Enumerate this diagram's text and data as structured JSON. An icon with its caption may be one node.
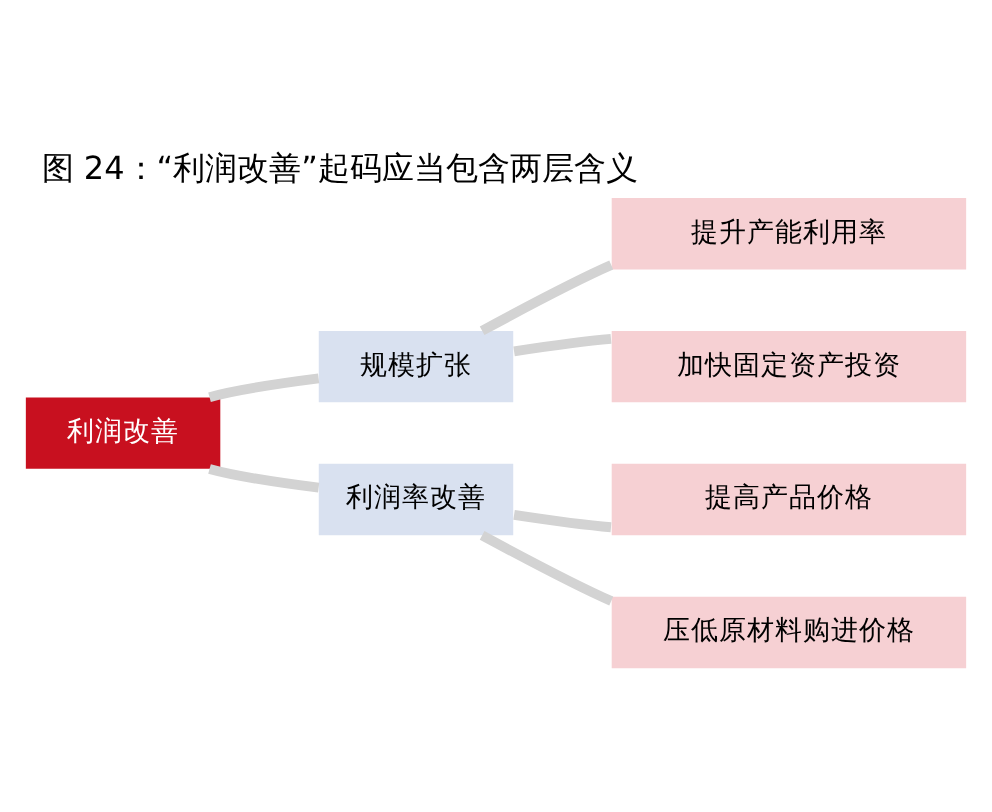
{
  "diagram": {
    "title": "图 24：“利润改善”起码应当包含两层含义",
    "nodes": [
      {
        "text": [
          "利润改善"
        ]
      },
      {
        "text": [
          "规模扩张"
        ]
      },
      {
        "text": [
          "利润率改善"
        ]
      },
      {
        "text": [
          "提升产能利用率"
        ]
      },
      {
        "text": [
          "加快固定资产投资"
        ]
      },
      {
        "text": [
          "提高产品价格"
        ]
      },
      {
        "text": [
          "压低原材料购进价格"
        ]
      }
    ],
    "edges": [
      {
        "from": 0,
        "to": 1,
        "arrow": "none"
      },
      {
        "from": 0,
        "to": 2,
        "arrow": "none"
      },
      {
        "from": 1,
        "to": 3,
        "arrow": "none"
      },
      {
        "from": 1,
        "to": 4,
        "arrow": "none"
      },
      {
        "from": 2,
        "to": 5,
        "arrow": "none"
      },
      {
        "from": 2,
        "to": 6,
        "arrow": "none"
      }
    ]
  }
}
